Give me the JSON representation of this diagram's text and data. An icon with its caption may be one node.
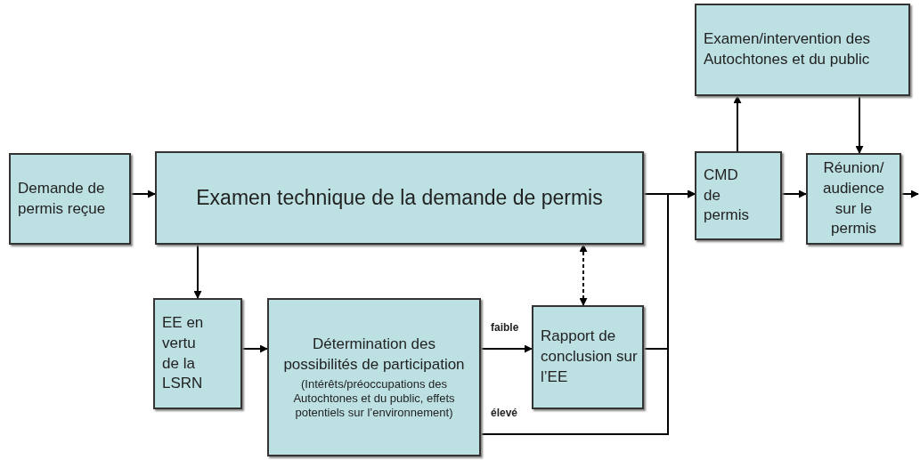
{
  "diagram": {
    "nodes": [
      {
        "text": [
          "Demande de permis reçue"
        ]
      },
      {
        "text": [
          "Examen technique de la demande de permis"
        ]
      },
      {
        "text": [
          "CMD de permis"
        ]
      },
      {
        "text": [
          "Examen/intervention des Autochtones et du public"
        ]
      },
      {
        "text": [
          "Réunion/ audience sur le permis"
        ]
      },
      {
        "text": [
          "EE en vertu de la LSRN"
        ]
      },
      {
        "text": [
          "Détermination des possibilités de participation",
          "(Intérêts/préoccupations des Autochtones et du public, effets potentiels sur l’environnement)"
        ]
      },
      {
        "text": [
          "Rapport de conclusion sur l’EE"
        ]
      }
    ],
    "edges": [
      {
        "from": 0,
        "to": 1,
        "arrow": "to"
      },
      {
        "from": 1,
        "to": 2,
        "arrow": "to"
      },
      {
        "from": 1,
        "to": 5,
        "arrow": "to"
      },
      {
        "from": 5,
        "to": 6,
        "arrow": "to"
      },
      {
        "from": 6,
        "to": 7,
        "arrow": "to",
        "label": "faible"
      },
      {
        "from": 7,
        "to": 1,
        "arrow": "both",
        "style": "dashed"
      },
      {
        "from": 7,
        "to": 2,
        "arrow": "to"
      },
      {
        "from": 6,
        "to": 2,
        "arrow": "to",
        "label": "élevé"
      },
      {
        "from": 2,
        "to": 3,
        "arrow": "to"
      },
      {
        "from": 3,
        "to": 4,
        "arrow": "to"
      },
      {
        "from": 2,
        "to": 4,
        "arrow": "to"
      },
      {
        "from": 4,
        "to": null,
        "arrow": "to"
      }
    ]
  }
}
